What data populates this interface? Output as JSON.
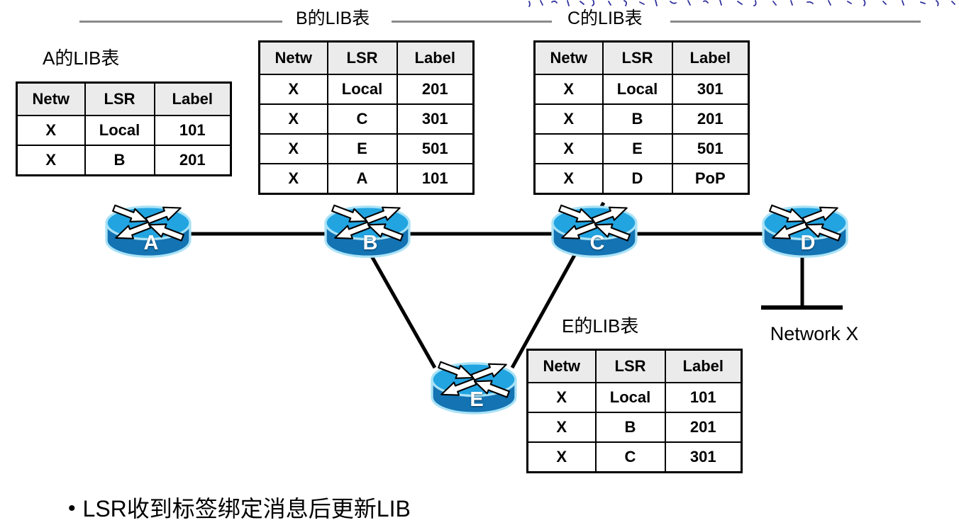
{
  "titles": {
    "a_table": "A的LIB表",
    "b_table": "B的LIB表",
    "c_table": "C的LIB表",
    "e_table": "E的LIB表"
  },
  "tables": {
    "a": {
      "headers": [
        "Netw",
        "LSR",
        "Label"
      ],
      "rows": [
        [
          "X",
          "Local",
          "101"
        ],
        [
          "X",
          "B",
          "201"
        ]
      ]
    },
    "b": {
      "headers": [
        "Netw",
        "LSR",
        "Label"
      ],
      "rows": [
        [
          "X",
          "Local",
          "201"
        ],
        [
          "X",
          "C",
          "301"
        ],
        [
          "X",
          "E",
          "501"
        ],
        [
          "X",
          "A",
          "101"
        ]
      ]
    },
    "c": {
      "headers": [
        "Netw",
        "LSR",
        "Label"
      ],
      "rows": [
        [
          "X",
          "Local",
          "301"
        ],
        [
          "X",
          "B",
          "201"
        ],
        [
          "X",
          "E",
          "501"
        ],
        [
          "X",
          "D",
          "PoP"
        ]
      ]
    },
    "e": {
      "headers": [
        "Netw",
        "LSR",
        "Label"
      ],
      "rows": [
        [
          "X",
          "Local",
          "101"
        ],
        [
          "X",
          "B",
          "201"
        ],
        [
          "X",
          "C",
          "301"
        ]
      ]
    }
  },
  "network": {
    "routers": [
      {
        "id": "A",
        "label": "A"
      },
      {
        "id": "B",
        "label": "B"
      },
      {
        "id": "C",
        "label": "C"
      },
      {
        "id": "D",
        "label": "D"
      },
      {
        "id": "E",
        "label": "E"
      }
    ],
    "network_label": "Network X"
  },
  "footer": {
    "bullet": "•",
    "text": "LSR收到标签绑定消息后更新LIB"
  },
  "colors": {
    "router_top": "#22A4E1",
    "router_body": "#1373B3",
    "router_rim": "#A9E2F6",
    "table_header_bg": "#EBEBEB",
    "divider_gray": "#8A8A8A",
    "handwriting_blue": "#32329E",
    "line_black": "#000000"
  }
}
